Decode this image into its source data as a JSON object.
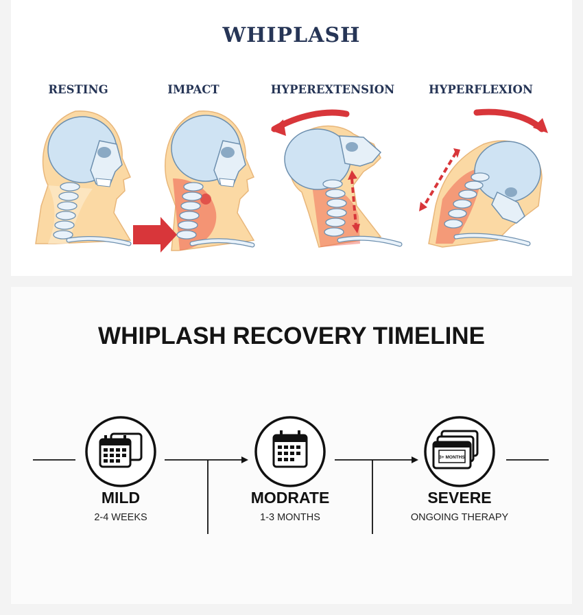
{
  "whiplash": {
    "title": "WHIPLASH",
    "stages": [
      {
        "label": "RESTING"
      },
      {
        "label": "IMPACT"
      },
      {
        "label": "HYPEREXTENSION"
      },
      {
        "label": "HYPERFLEXION"
      }
    ],
    "colors": {
      "title_navy": "#263556",
      "skin": "#fbd9a4",
      "skull": "#cfe3f3",
      "inflammation": "#ee5b4c",
      "arrow": "#d8363a"
    }
  },
  "timeline": {
    "title": "WHIPLASH RECOVERY TIMELINE",
    "phases": [
      {
        "name": "MILD",
        "duration": "2-4 WEEKS",
        "icon": "calendar-stack-icon"
      },
      {
        "name": "MODRATE",
        "duration": "1-3 MONTHS",
        "icon": "calendar-icon"
      },
      {
        "name": "SEVERE",
        "duration": "ONGOING THERAPY",
        "icon": "calendar-3-months-icon",
        "icon_text": "3+ MONTHS"
      }
    ]
  }
}
